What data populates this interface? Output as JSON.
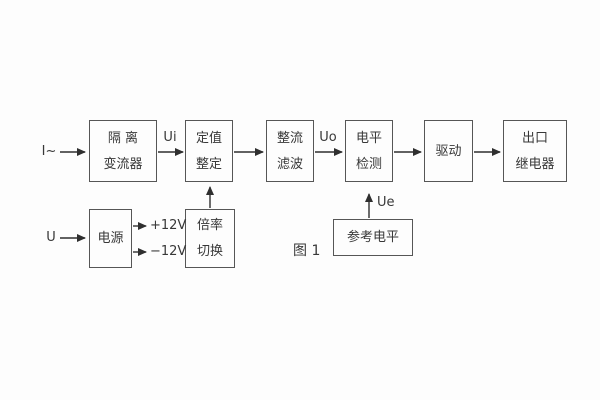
{
  "theme": {
    "background": "#fdfdfd",
    "box_border": "#565656",
    "line_color": "#2f2f2f",
    "text_color": "#383838"
  },
  "diagram": {
    "caption": "图 1",
    "inputs": {
      "current": "I~",
      "voltage": "U"
    },
    "signals": {
      "ui": "Ui",
      "uo": "Uo",
      "ue": "Ue",
      "pos_rail": "+12V",
      "neg_rail": "−12V"
    },
    "blocks": {
      "isolation_transformer": {
        "line1": "隔 离",
        "line2": "变流器"
      },
      "setting_adjustment": {
        "line1": "定值",
        "line2": "整定"
      },
      "rectifier_filter": {
        "line1": "整流",
        "line2": "滤波"
      },
      "level_detector": {
        "line1": "电平",
        "line2": "检测"
      },
      "driver": {
        "line1": "驱动"
      },
      "output_relay": {
        "line1": "出口",
        "line2": "继电器"
      },
      "power_supply": {
        "line1": "电源"
      },
      "ratio_switch": {
        "line1": "倍率",
        "line2": "切换"
      },
      "reference_level": {
        "line1": "参考电平"
      }
    }
  }
}
